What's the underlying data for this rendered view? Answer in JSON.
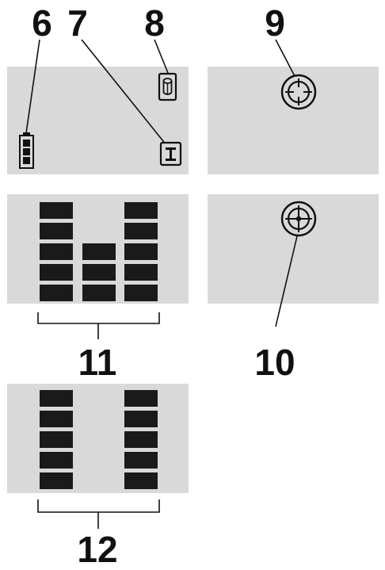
{
  "callouts": {
    "n6": "6",
    "n7": "7",
    "n8": "8",
    "n9": "9",
    "n10": "10",
    "n11": "11",
    "n12": "12"
  },
  "colors": {
    "panel": "#d9d9d9",
    "segment": "#1a1a1a",
    "line": "#111111"
  },
  "icons": {
    "battery": "battery-icon",
    "cylinder": "cylinder-icon",
    "i_beam": "i-beam-icon",
    "crosshair_hollow": "crosshair-icon",
    "crosshair_dot": "crosshair-dot-icon"
  },
  "bar_graph_11": {
    "left_segments": 5,
    "middle_segments": 3,
    "right_segments": 5
  },
  "bar_graph_12": {
    "left_segments": 5,
    "right_segments": 5
  }
}
